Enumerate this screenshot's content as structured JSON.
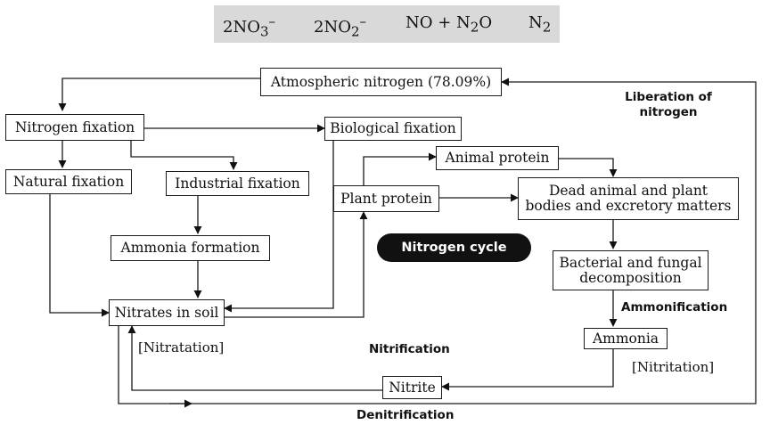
{
  "equation": {
    "t1": "2NO",
    "s1": "3",
    "p1": "–",
    "t2": "2NO",
    "s2": "2",
    "p2": "–",
    "t3": "NO + N",
    "s3": "2",
    "t4": "O",
    "t5": "N",
    "s5": "2"
  },
  "nodes": {
    "atmospheric": "Atmospheric nitrogen (78.09%)",
    "nitrogen_fixation": "Nitrogen fixation",
    "biological_fixation": "Biological fixation",
    "natural_fixation": "Natural fixation",
    "industrial_fixation": "Industrial fixation",
    "animal_protein": "Animal protein",
    "plant_protein": "Plant protein",
    "dead_bodies_line1": "Dead animal and plant",
    "dead_bodies_line2": "bodies and excretory matters",
    "ammonia_formation": "Ammonia formation",
    "decomposition_line1": "Bacterial and fungal",
    "decomposition_line2": "decomposition",
    "nitrates_in_soil": "Nitrates in soil",
    "ammonia": "Ammonia",
    "nitrite": "Nitrite"
  },
  "title": "Nitrogen cycle",
  "labels": {
    "liberation_line1": "Liberation of",
    "liberation_line2": "nitrogen",
    "ammonification": "Ammonification",
    "nitratation": "[Nitratation]",
    "nitrification": "Nitrification",
    "nitritation": "[Nitritation]",
    "denitrification": "Denitrification"
  }
}
